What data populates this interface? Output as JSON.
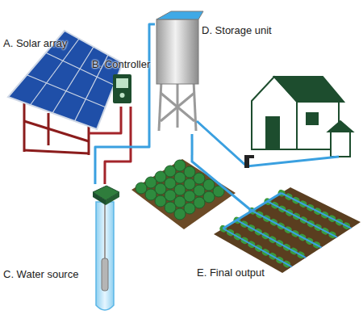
{
  "diagram": {
    "nodes": [
      {
        "text": [
          "A. Solar array"
        ]
      },
      {
        "text": [
          "B. Controller"
        ]
      },
      {
        "text": [
          "C. Water source"
        ]
      },
      {
        "text": [
          "D. Storage unit"
        ]
      },
      {
        "text": [
          "E. Final output"
        ]
      }
    ],
    "edges": [
      {
        "from": 0,
        "to": 1,
        "arrow": "none"
      },
      {
        "from": 1,
        "to": 2,
        "arrow": "none"
      },
      {
        "from": 2,
        "to": 3,
        "arrow": "none"
      },
      {
        "from": 3,
        "to": 4,
        "arrow": "none"
      }
    ]
  }
}
